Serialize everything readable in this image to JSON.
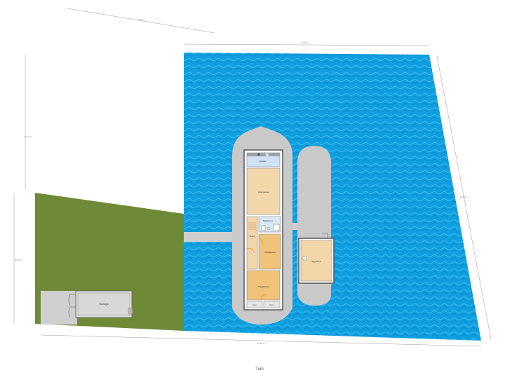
{
  "dimensions": {
    "top_diagonal": "17.15 m",
    "water_top": "17.46 m",
    "left_upper": "21.77 m",
    "left_lower": "10.30 m",
    "right": "23.84 m",
    "bottom": "27.65 m"
  },
  "rooms": {
    "keuken": "Keuken",
    "woonkamer": "Woonkamer",
    "badkamer": "Badkamer",
    "entree": "Entree",
    "slaapkamer1": "Slaapkamer",
    "slaapkamer2": "Slaapkamer",
    "kast1": "Kast",
    "kast2": "Kast",
    "bijgebouw": "Bijgebouw",
    "garage": "Garage"
  },
  "caption": "Tuin",
  "colors": {
    "water": "#0f9fe0",
    "lawn": "#6f8a37",
    "pontoon": "#c9c9c9",
    "room": "#f3d6a9",
    "bedroom": "#f0c27a",
    "bath": "#bcd6ee"
  }
}
